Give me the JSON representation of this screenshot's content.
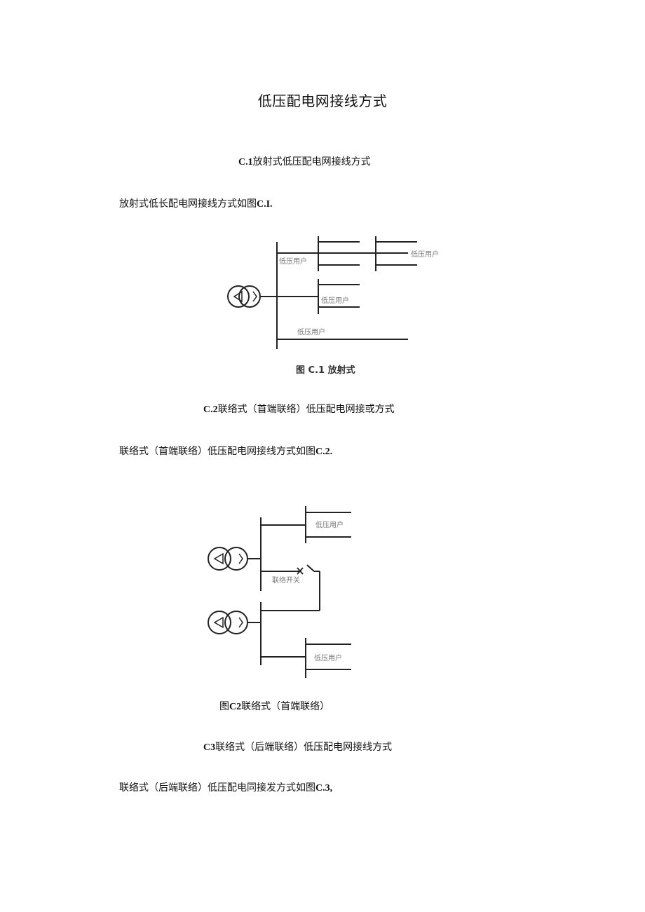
{
  "document": {
    "title": "低压配电网接线方式",
    "sections": [
      {
        "heading_num": "C.1",
        "heading_text": "放射式低压配电网接线方式",
        "paragraph_text": "放射式低长配电网接线方式如图",
        "paragraph_ref": "C.I."
      },
      {
        "heading_num": "C.2",
        "heading_text": "联络式（首端联络）低压配电网接或方式",
        "paragraph_text": "联络式（首端联络）低压配电网接线方式如图",
        "paragraph_ref": "C.2."
      },
      {
        "heading_num": "C3",
        "heading_text": "联络式（后端联络）低压配电网接线方式",
        "paragraph_text": "联络式（后端联络）低压配电同接发方式如图",
        "paragraph_ref": "C.3,"
      }
    ],
    "figures": [
      {
        "caption": "图 C.1  放射式",
        "labels": [
          "低压用户",
          "低压用户",
          "低压用户",
          "低压用户"
        ]
      },
      {
        "caption_prefix": "图",
        "caption_num": "C2",
        "caption_text": "联络式（首端联络）",
        "labels": [
          "低压用户",
          "联络开关",
          "低压用户"
        ]
      }
    ]
  }
}
